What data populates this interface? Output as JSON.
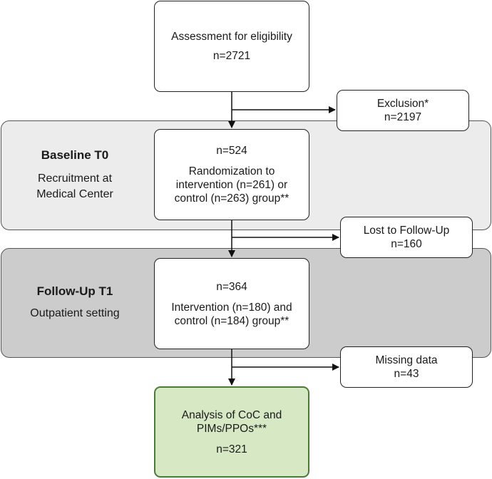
{
  "baseline": {
    "title": "Baseline T0",
    "subtitle_line1": "Recruitment at",
    "subtitle_line2": "Medical Center"
  },
  "followup": {
    "title": "Follow-Up T1",
    "subtitle": "Outpatient setting"
  },
  "eligibility": {
    "line1": "Assessment for eligibility",
    "line2": "n=2721"
  },
  "exclusion": {
    "line1": "Exclusion*",
    "line2": "n=2197"
  },
  "randomization": {
    "count": "n=524",
    "line1": "Randomization to",
    "line2": "intervention (n=261) or",
    "line3": "control (n=263) group**"
  },
  "lost": {
    "line1": "Lost to Follow-Up",
    "line2": "n=160"
  },
  "followup_box": {
    "count": "n=364",
    "line1": "Intervention (n=180) and",
    "line2": "control (n=184) group**"
  },
  "missing": {
    "line1": "Missing data",
    "line2": "n=43"
  },
  "analysis": {
    "line1": "Analysis of CoC and",
    "line2": "PIMs/PPOs***",
    "count": "n=321"
  },
  "colors": {
    "baseline_band": "#ececec",
    "followup_band": "#cccccc",
    "analysis_fill": "#d7e8c5",
    "analysis_border": "#4c7a38"
  }
}
